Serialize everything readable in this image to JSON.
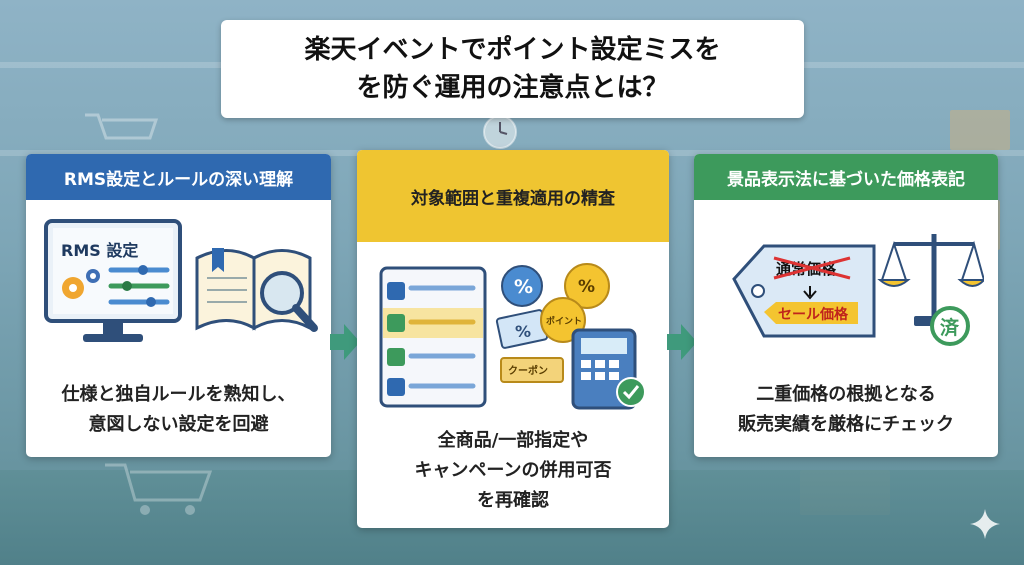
{
  "title": {
    "line1": "楽天イベントでポイント設定ミスを",
    "line2": "を防ぐ運用の注意点とは？"
  },
  "cards": [
    {
      "header": "RMS設定とルールの深い理解",
      "screen_label": "RMS 設定",
      "body_line1": "仕様と独自ルールを熟知し、",
      "body_line2": "意図しない設定を回避"
    },
    {
      "header": "対象範囲と重複適用の精査",
      "coupon_label": "クーポン",
      "point_label": "ポイント",
      "percent_symbol": "%",
      "body_line1": "全商品/一部指定や",
      "body_line2": "キャンペーンの併用可否",
      "body_line3": "を再確認"
    },
    {
      "header": "景品表示法に基づいた価格表記",
      "regular_price": "通常価格",
      "sale_price": "セール価格",
      "stamp": "済",
      "body_line1": "二重価格の根拠となる",
      "body_line2": "販売実績を厳格にチェック"
    }
  ],
  "colors": {
    "blue": "#2f69b0",
    "yellow": "#efc531",
    "green": "#3d9a5c",
    "arrow": "#3f9a7c"
  }
}
